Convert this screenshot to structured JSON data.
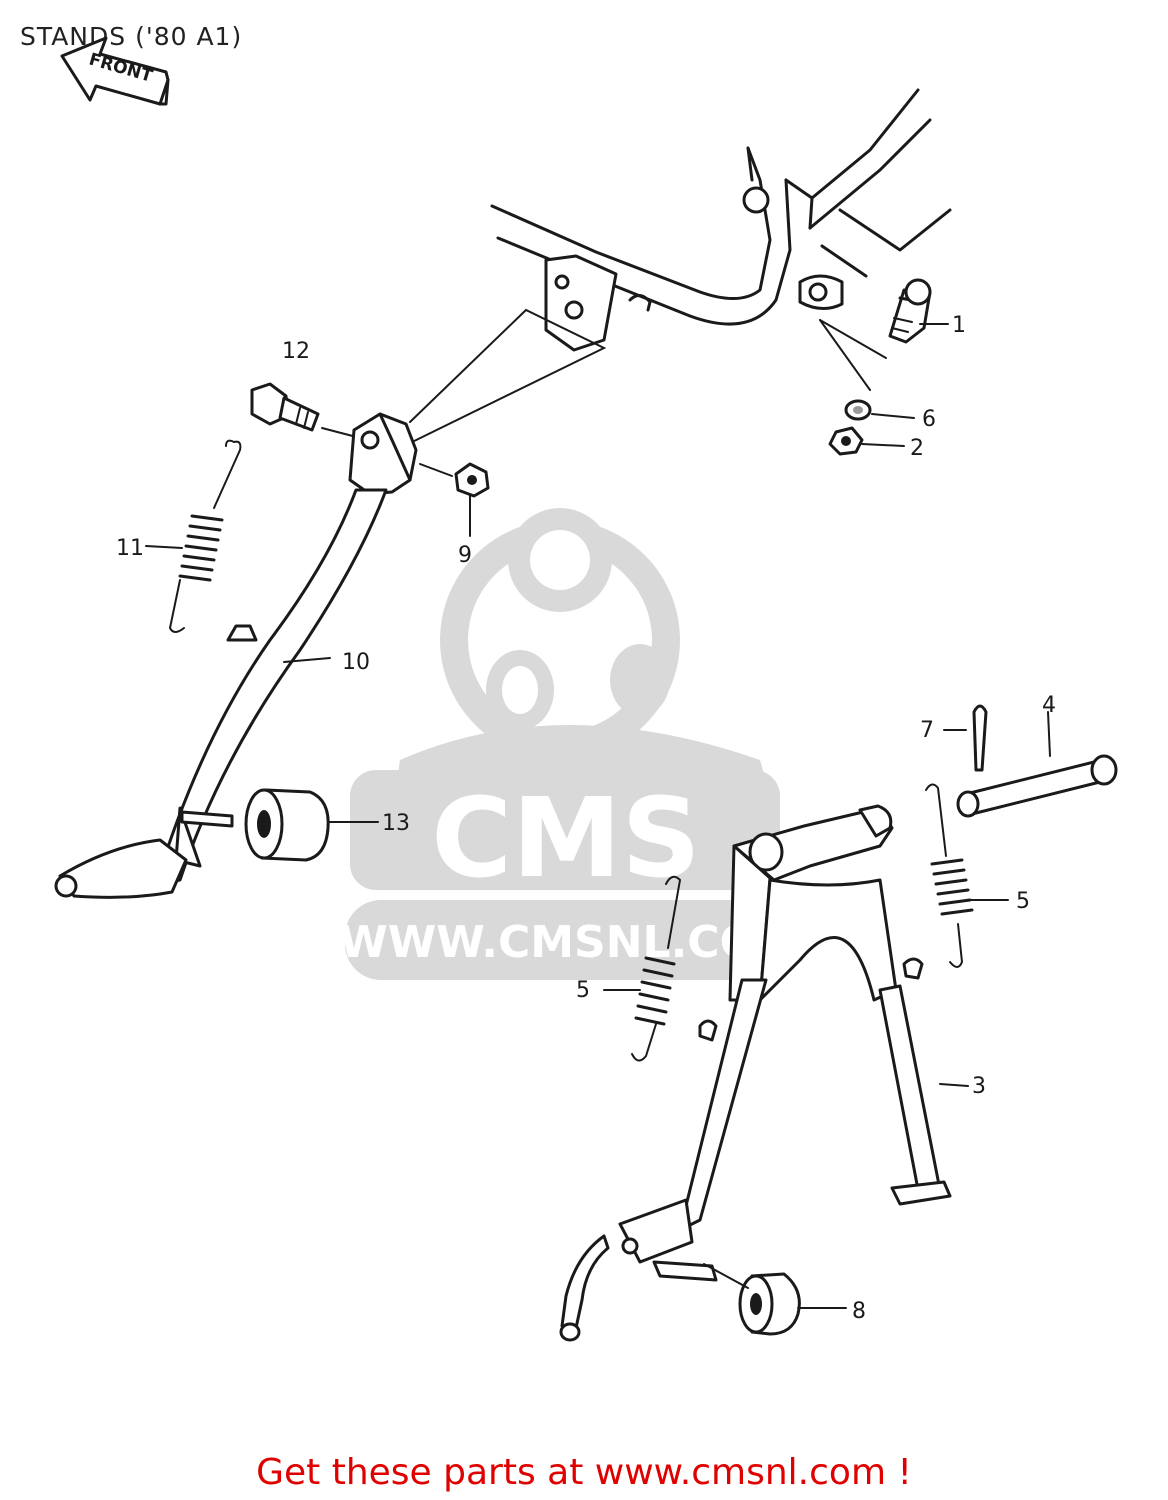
{
  "title": "STANDS ('80 A1)",
  "front_arrow_label": "FRONT",
  "watermark": {
    "brand": "CMS",
    "url": "WWW.CMSNL.COM"
  },
  "callouts": [
    {
      "id": "callout-1",
      "label": "1"
    },
    {
      "id": "callout-2",
      "label": "2"
    },
    {
      "id": "callout-3",
      "label": "3"
    },
    {
      "id": "callout-4",
      "label": "4"
    },
    {
      "id": "callout-5a",
      "label": "5"
    },
    {
      "id": "callout-5b",
      "label": "5"
    },
    {
      "id": "callout-6",
      "label": "6"
    },
    {
      "id": "callout-7",
      "label": "7"
    },
    {
      "id": "callout-8",
      "label": "8"
    },
    {
      "id": "callout-9",
      "label": "9"
    },
    {
      "id": "callout-10",
      "label": "10"
    },
    {
      "id": "callout-11",
      "label": "11"
    },
    {
      "id": "callout-12",
      "label": "12"
    },
    {
      "id": "callout-13",
      "label": "13"
    }
  ],
  "footer_link": "Get these parts at www.cmsnl.com !"
}
